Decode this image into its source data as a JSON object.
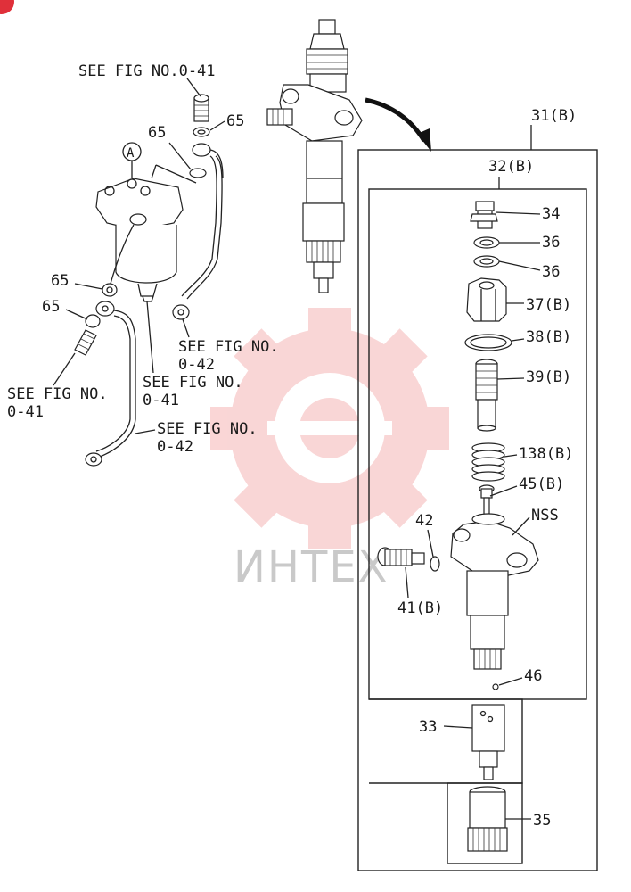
{
  "watermark": {
    "text": "ИНТЕХ",
    "color": "#f5b5b5"
  },
  "corner_badge": {
    "color": "#e0303a"
  },
  "refs": {
    "see_041_top": "SEE FIG NO.0-41",
    "see_no_a": "SEE FIG NO.",
    "see_042_a": "0-42",
    "see_no_b": "SEE FIG NO.",
    "see_041_b": "0-41",
    "see_no_c": "SEE FIG NO.",
    "see_041_c": "0-41",
    "see_no_d": "SEE FIG NO.",
    "see_042_d": "0-42"
  },
  "callouts": {
    "c65_top": "65",
    "c65_mid": "65",
    "c65_left_a": "65",
    "c65_left_b": "65",
    "circle_a": "A",
    "c31": "31(B)",
    "c32": "32(B)",
    "c34": "34",
    "c36_a": "36",
    "c36_b": "36",
    "c37": "37(B)",
    "c38": "38(B)",
    "c39": "39(B)",
    "c138": "138(B)",
    "c45": "45(B)",
    "nss": "NSS",
    "c42": "42",
    "c41": "41(B)",
    "c46": "46",
    "c33": "33",
    "c35": "35"
  }
}
